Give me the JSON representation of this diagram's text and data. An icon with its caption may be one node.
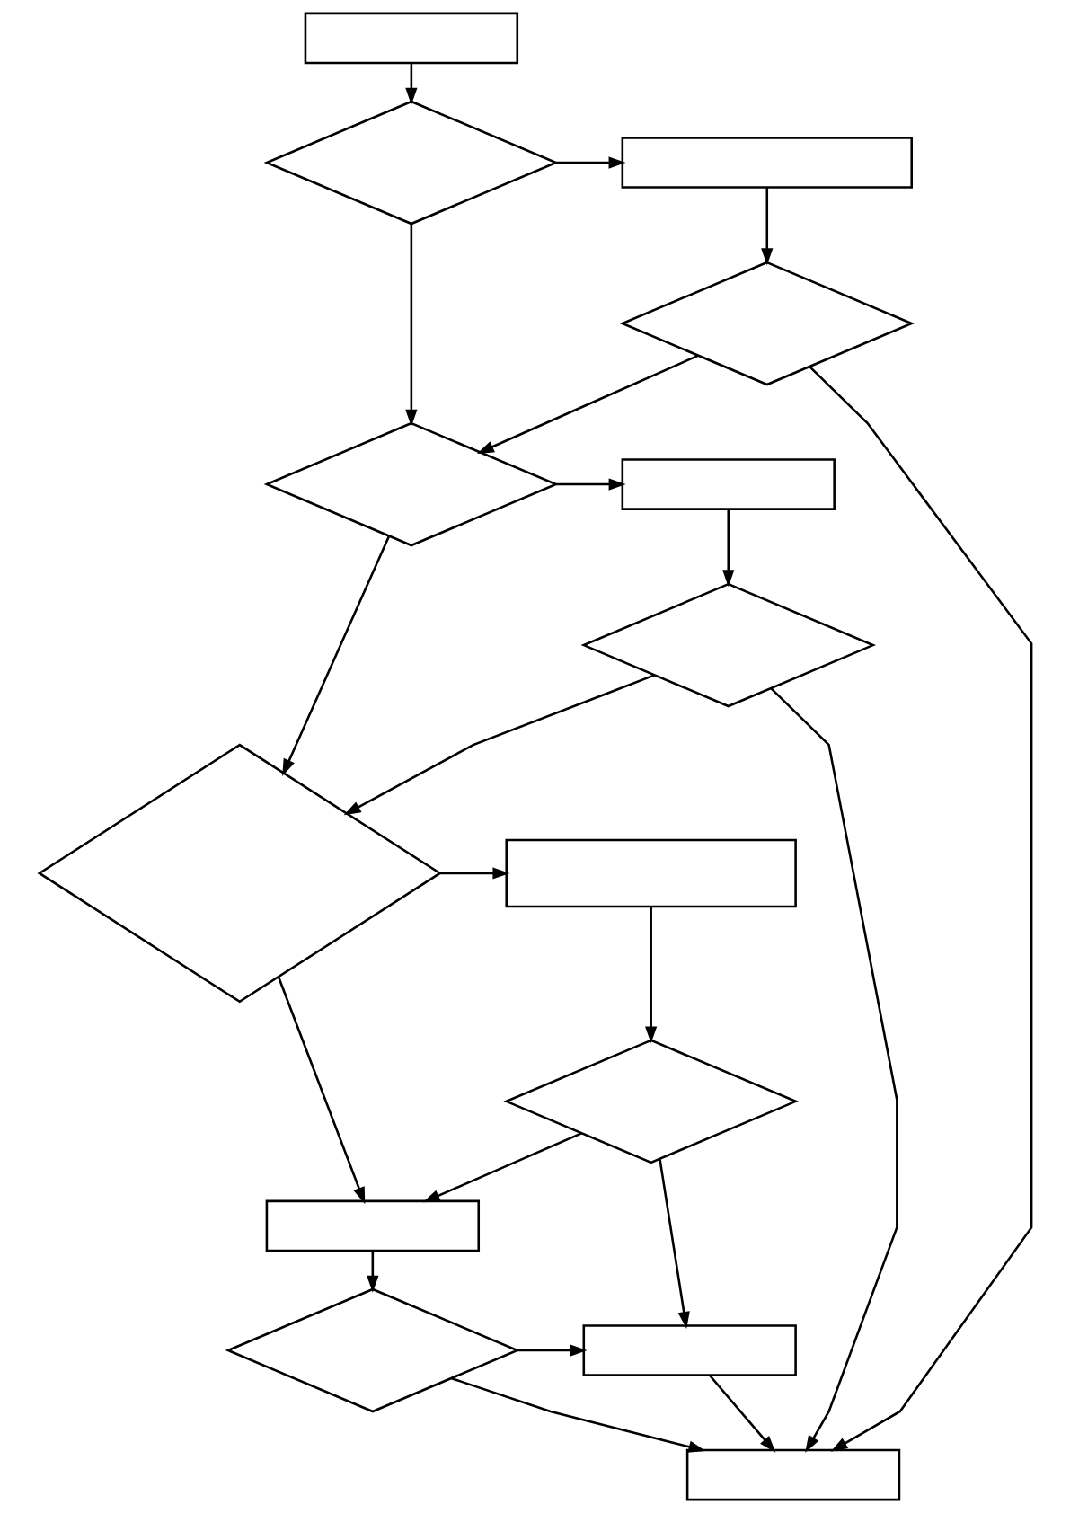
{
  "diagram": {
    "nodes": [
      {
        "text": [],
        "shape": "box"
      },
      {
        "text": [],
        "shape": "diamond"
      },
      {
        "text": [],
        "shape": "box"
      },
      {
        "text": [],
        "shape": "diamond"
      },
      {
        "text": [],
        "shape": "diamond"
      },
      {
        "text": [],
        "shape": "box"
      },
      {
        "text": [],
        "shape": "diamond"
      },
      {
        "text": [],
        "shape": "diamond"
      },
      {
        "text": [],
        "shape": "box"
      },
      {
        "text": [],
        "shape": "diamond"
      },
      {
        "text": [],
        "shape": "box"
      },
      {
        "text": [],
        "shape": "diamond"
      },
      {
        "text": [],
        "shape": "box"
      },
      {
        "text": [],
        "shape": "box"
      }
    ],
    "edges": [
      {
        "from": 0,
        "to": 1,
        "arrow": "to"
      },
      {
        "from": 1,
        "to": 2,
        "arrow": "to"
      },
      {
        "from": 2,
        "to": 3,
        "arrow": "to"
      },
      {
        "from": 1,
        "to": 4,
        "arrow": "to"
      },
      {
        "from": 3,
        "to": 4,
        "arrow": "to"
      },
      {
        "from": 3,
        "to": 13,
        "arrow": "to"
      },
      {
        "from": 4,
        "to": 5,
        "arrow": "to"
      },
      {
        "from": 5,
        "to": 6,
        "arrow": "to"
      },
      {
        "from": 4,
        "to": 7,
        "arrow": "to"
      },
      {
        "from": 6,
        "to": 7,
        "arrow": "to"
      },
      {
        "from": 6,
        "to": 13,
        "arrow": "to"
      },
      {
        "from": 7,
        "to": 8,
        "arrow": "to"
      },
      {
        "from": 8,
        "to": 9,
        "arrow": "to"
      },
      {
        "from": 7,
        "to": 10,
        "arrow": "to"
      },
      {
        "from": 9,
        "to": 10,
        "arrow": "to"
      },
      {
        "from": 9,
        "to": 12,
        "arrow": "to"
      },
      {
        "from": 10,
        "to": 11,
        "arrow": "to"
      },
      {
        "from": 11,
        "to": 12,
        "arrow": "to"
      },
      {
        "from": 11,
        "to": 13,
        "arrow": "to"
      },
      {
        "from": 12,
        "to": 13,
        "arrow": "to"
      }
    ]
  }
}
